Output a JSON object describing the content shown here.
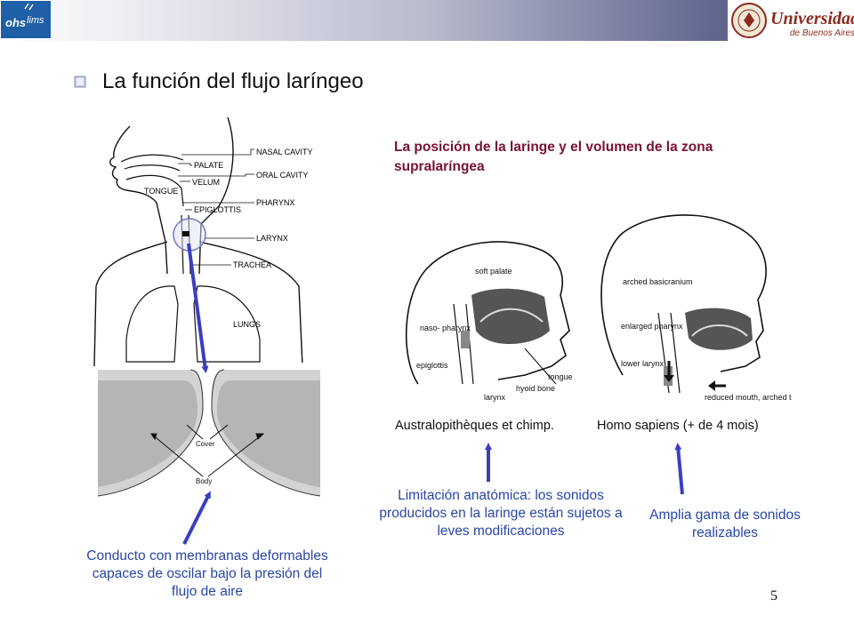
{
  "header": {
    "left_logo_text": "ohs lims",
    "right_logo_text": "Universidad de Buenos Aires"
  },
  "title": "La función del flujo laríngeo",
  "heading": "La posición de la laringe y el volumen de la zona supralaríngea",
  "anatomy_labels": {
    "nasal_cavity": "NASAL CAVITY",
    "palate": "PALATE",
    "oral_cavity": "ORAL CAVITY",
    "velum": "VELUM",
    "tongue": "TONGUE",
    "pharynx": "PHARYNX",
    "epiglottis": "EPIGLOTTIS",
    "larynx": "LARYNX",
    "trachea": "TRACHEA",
    "lungs": "LUNGS"
  },
  "fold_labels": {
    "cover": "Cover",
    "body": "Body"
  },
  "comparison_labels": {
    "soft_palate": "soft palate",
    "nasopharynx": "naso- pharynx",
    "epiglottis": "epiglottis",
    "larynx": "larynx",
    "hyoid_bone": "hyoid bone",
    "tongue": "tongue",
    "arched_basicranium": "arched basicranium",
    "enlarged_pharynx": "enlarged pharynx",
    "lower_larynx": "lower larynx",
    "reduced_mouth": "reduced mouth, arched tongue"
  },
  "captions": {
    "left": "Australopithèques et chimp.",
    "right": "Homo sapiens (+ de 4 mois)"
  },
  "notes": {
    "conduct": "Conducto con membranas deformables capaces de oscilar bajo la presión del flujo de aire",
    "limitation": "Limitación anatómica: los sonidos producidos en la laringe están sujetos a leves modificaciones",
    "range": "Amplia gama de sonidos realizables"
  },
  "page_number": "5",
  "colors": {
    "heading": "#7a1130",
    "note_text": "#2a46a6",
    "arrow": "#3a3fbf"
  }
}
